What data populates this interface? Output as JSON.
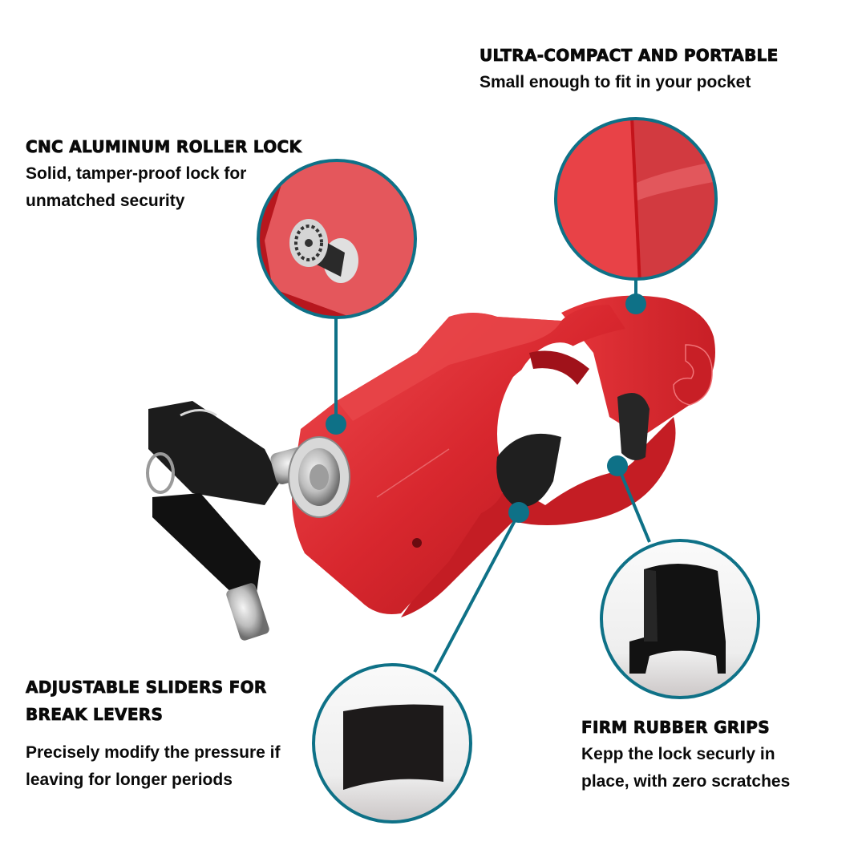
{
  "colors": {
    "accent_teal": "#0e7187",
    "product_red": "#d8272e",
    "product_red_dark": "#a8151b",
    "rubber_black": "#1a1a1a",
    "text": "#0a0a0a",
    "background": "#ffffff"
  },
  "features": [
    {
      "id": "ultra-compact",
      "title": "ULTRA-COMPACT AND PORTABLE",
      "description": "Small enough to fit in your pocket",
      "detail_icon": "red-body-closeup-icon"
    },
    {
      "id": "cnc-lock",
      "title": "CNC ALUMINUM ROLLER LOCK",
      "description_lines": [
        "Solid, tamper-proof lock for",
        "unmatched security"
      ],
      "detail_icon": "lock-cylinder-closeup-icon"
    },
    {
      "id": "adjustable-sliders",
      "title_lines": [
        "ADJUSTABLE SLIDERS FOR",
        "BREAK LEVERS"
      ],
      "description_lines": [
        "Precisely modify the pressure if",
        "leaving for longer periods"
      ],
      "detail_icon": "curved-slider-pad-icon"
    },
    {
      "id": "rubber-grips",
      "title": "FIRM RUBBER GRIPS",
      "description_lines": [
        "Kepp the lock securly in",
        "place, with zero scratches"
      ],
      "detail_icon": "rubber-grip-sleeve-icon"
    }
  ],
  "product": {
    "name_icon": "motorcycle-grip-lock-icon",
    "keys_icon": "key-pair-icon"
  }
}
